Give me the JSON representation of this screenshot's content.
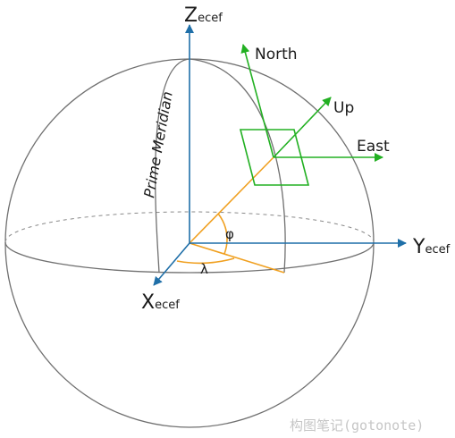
{
  "axes": {
    "z": {
      "main": "Z",
      "sub": "ecef"
    },
    "y": {
      "main": "Y",
      "sub": "ecef"
    },
    "x": {
      "main": "X",
      "sub": "ecef"
    }
  },
  "local_frame": {
    "north_label": "North",
    "up_label": "Up",
    "east_label": "East"
  },
  "meridian_label": "Prime Meridian",
  "angles": {
    "latitude_symbol": "φ",
    "longitude_symbol": "λ"
  },
  "watermark": "构图笔记(gotonote)",
  "colors": {
    "axis": "#1f6fa8",
    "local_frame": "#22b022",
    "angle_lines": "#f0a020",
    "sphere": "#707070"
  }
}
